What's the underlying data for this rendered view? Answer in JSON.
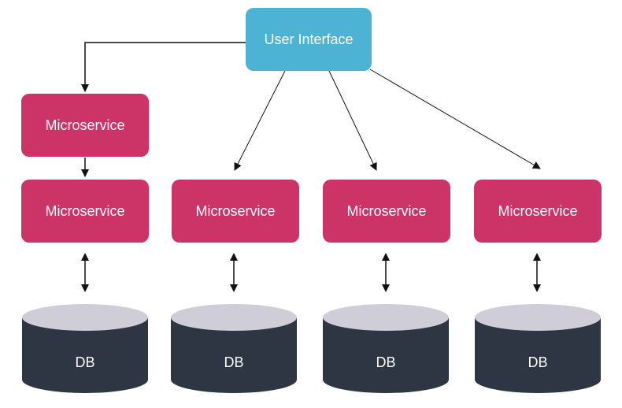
{
  "ui": {
    "label": "User Interface"
  },
  "microservices": [
    {
      "label": "Microservice"
    },
    {
      "label": "Microservice"
    },
    {
      "label": "Microservice"
    },
    {
      "label": "Microservice"
    },
    {
      "label": "Microservice"
    }
  ],
  "databases": [
    {
      "label": "DB"
    },
    {
      "label": "DB"
    },
    {
      "label": "DB"
    },
    {
      "label": "DB"
    }
  ],
  "colors": {
    "ui_fill": "#4cb3d4",
    "microservice_fill": "#cc3366",
    "db_body": "#2f3643",
    "db_top": "#cfced8",
    "arrow": "#111111"
  }
}
